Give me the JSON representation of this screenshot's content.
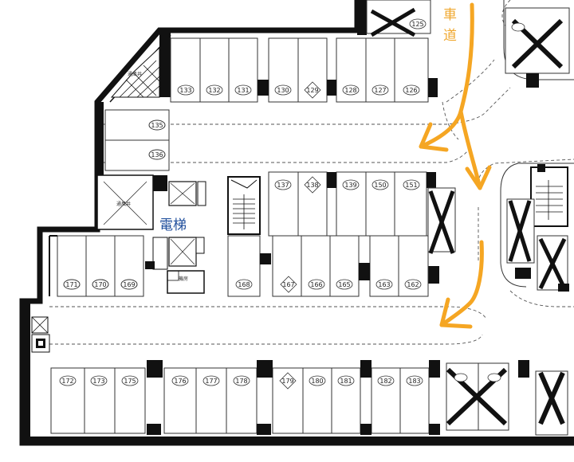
{
  "labels": {
    "elevator": "電梯",
    "driveway_1": "車",
    "driveway_2": "道",
    "shaft": "通風井",
    "machine_room": "機房",
    "shaft_small": "通風井"
  },
  "stalls": {
    "top_row": [
      "133",
      "132",
      "131",
      "130",
      "129",
      "128",
      "127",
      "126"
    ],
    "top_right": "125",
    "side_row": [
      "135",
      "136"
    ],
    "middle_upper": [
      "137",
      "138",
      "139",
      "150",
      "151"
    ],
    "middle_lower": [
      "168",
      "167",
      "166",
      "165",
      "163",
      "162"
    ],
    "left_group": [
      "171",
      "170",
      "169"
    ],
    "bottom_row": [
      "172",
      "173",
      "175",
      "176",
      "177",
      "178",
      "179",
      "180",
      "181",
      "182",
      "183"
    ]
  },
  "colors": {
    "wall": "#111111",
    "arrow": "#f5a623",
    "elevator_label": "#1f4e9c"
  }
}
